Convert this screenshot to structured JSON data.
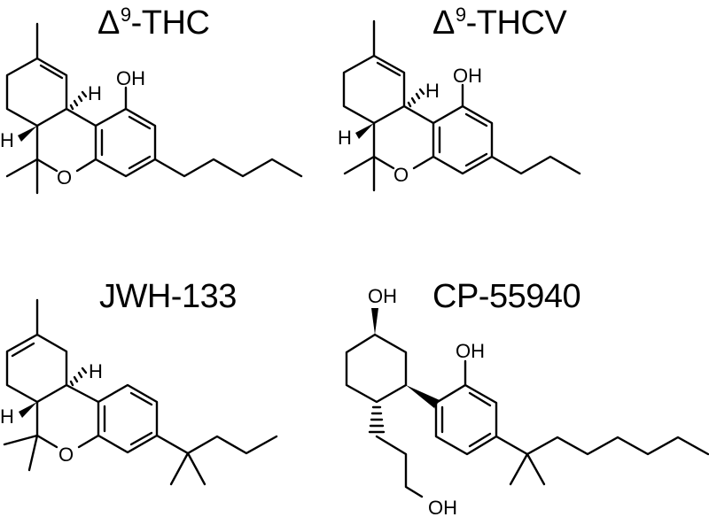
{
  "figure": {
    "compounds": [
      {
        "id": "thc",
        "name_prefix": "Δ",
        "name_superscript": "9",
        "name_suffix": "-THC",
        "atom_labels": {
          "oh": "OH",
          "ring_o": "O",
          "h_top": "H",
          "h_left": "H"
        },
        "side_chain": "pentyl"
      },
      {
        "id": "thcv",
        "name_prefix": "Δ",
        "name_superscript": "9",
        "name_suffix": "-THCV",
        "atom_labels": {
          "oh": "OH",
          "ring_o": "O",
          "h_top": "H",
          "h_left": "H"
        },
        "side_chain": "propyl"
      },
      {
        "id": "jwh133",
        "name": "JWH-133",
        "atom_labels": {
          "ring_o": "O",
          "h_top": "H",
          "h_left": "H"
        },
        "side_chain": "1,1-dimethylbutyl"
      },
      {
        "id": "cp55940",
        "name": "CP-55940",
        "atom_labels": {
          "oh_cyclohexyl": "OH",
          "oh_phenol": "OH",
          "oh_propyl": "OH"
        },
        "side_chain": "1,1-dimethylheptyl"
      }
    ]
  }
}
